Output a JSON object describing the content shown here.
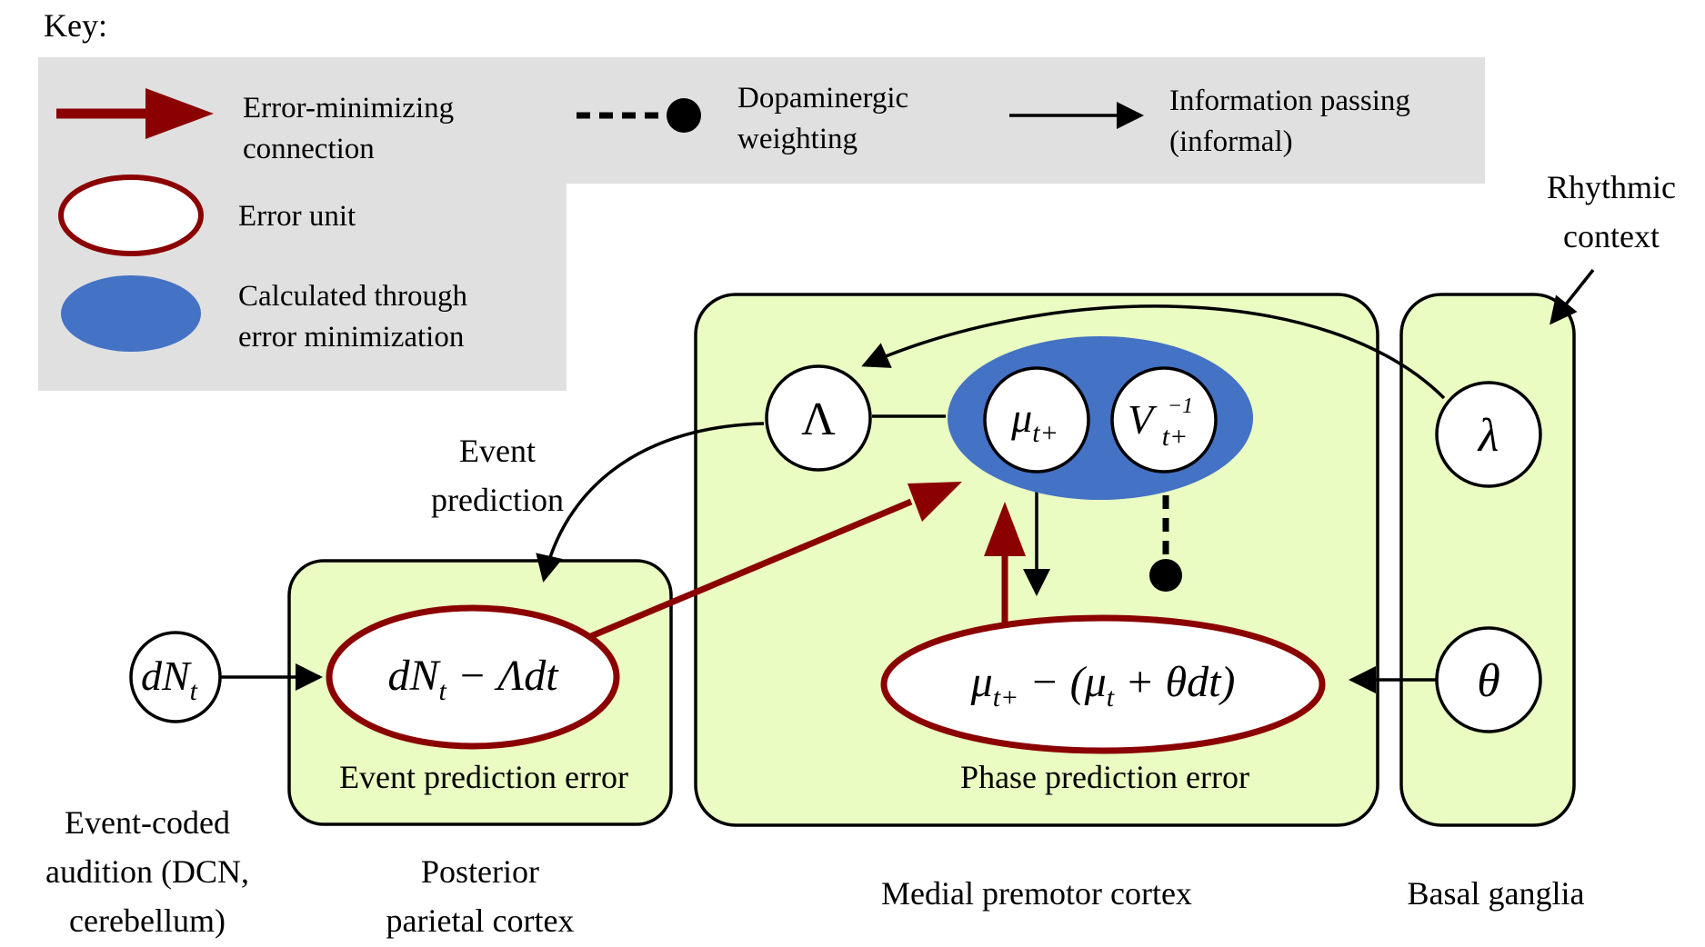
{
  "key": {
    "title": "Key:",
    "error_minimizing_line1": "Error-minimizing",
    "error_minimizing_line2": "connection",
    "dopaminergic_line1": "Dopaminergic",
    "dopaminergic_line2": "weighting",
    "info_passing_line1": "Information passing",
    "info_passing_line2": "(informal)",
    "error_unit": "Error unit",
    "calculated_line1": "Calculated through",
    "calculated_line2": "error minimization"
  },
  "nodes": {
    "dNt_main": "dN",
    "dNt_sub": "t",
    "Lambda": "Λ",
    "lambda": "λ",
    "theta": "θ",
    "mu_main": "μ",
    "mu_sub": "t+",
    "V_main": "V",
    "V_sup": "−1",
    "V_sub": "t+",
    "event_error": "dN",
    "event_error_sub": "t",
    "event_error_rest": " − Λdt",
    "phase_error_mu1": "μ",
    "phase_error_sub1": "t+",
    "phase_error_mid": " − (",
    "phase_error_mu2": "μ",
    "phase_error_sub2": "t",
    "phase_error_rest": " + θdt)"
  },
  "labels": {
    "event_prediction_line1": "Event",
    "event_prediction_line2": "prediction",
    "rhythmic_line1": "Rhythmic",
    "rhythmic_line2": "context",
    "event_prediction_error": "Event prediction error",
    "phase_prediction_error": "Phase prediction error"
  },
  "regions": {
    "audition_line1": "Event-coded",
    "audition_line2": "audition (DCN,",
    "audition_line3": "cerebellum)",
    "parietal_line1": "Posterior",
    "parietal_line2": "parietal cortex",
    "premotor": "Medial premotor cortex",
    "basal_ganglia": "Basal ganglia"
  },
  "colors": {
    "error_red": "#8b0000",
    "calc_blue": "#4472c4",
    "region_green": "#eafcc2",
    "key_gray": "#e0e0e0"
  }
}
